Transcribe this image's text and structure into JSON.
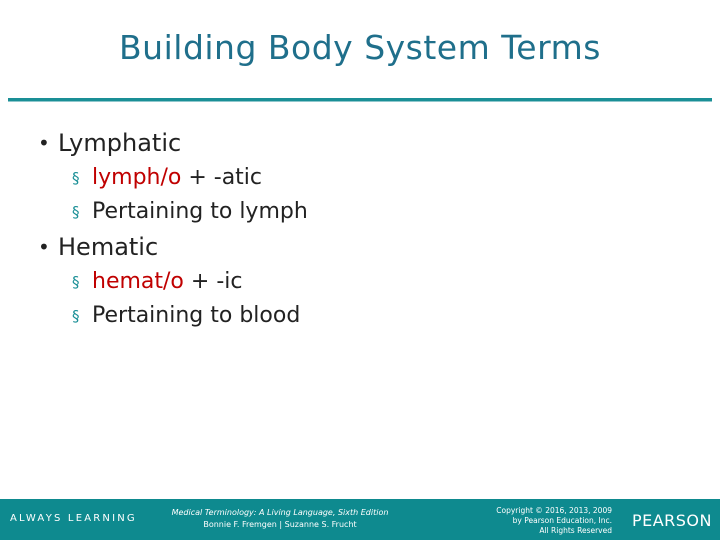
{
  "slide": {
    "title": "Building Body System Terms",
    "accent_color": "#1a8f96",
    "title_color": "#1f6f8b",
    "red_color": "#c00000",
    "items": [
      {
        "level": 1,
        "bullet": "•",
        "text": "Lymphatic"
      },
      {
        "level": 2,
        "bullet": "§",
        "segments": [
          {
            "text": "lymph/o",
            "color": "red"
          },
          {
            "text": "  +  ",
            "color": "dark"
          },
          {
            "text": "-atic",
            "color": "dark"
          }
        ]
      },
      {
        "level": 2,
        "bullet": "§",
        "segments": [
          {
            "text": "Pertaining to lymph",
            "color": "dark"
          }
        ]
      },
      {
        "level": 1,
        "bullet": "•",
        "text": "Hematic"
      },
      {
        "level": 2,
        "bullet": "§",
        "segments": [
          {
            "text": "hemat/o",
            "color": "red"
          },
          {
            "text": "  +  ",
            "color": "dark"
          },
          {
            "text": "-ic",
            "color": "dark"
          }
        ]
      },
      {
        "level": 2,
        "bullet": "§",
        "segments": [
          {
            "text": "Pertaining to blood",
            "color": "dark"
          }
        ]
      }
    ]
  },
  "footer": {
    "tagline": "ALWAYS LEARNING",
    "book_title": "Medical Terminology: A Living Language, Sixth Edition",
    "authors": "Bonnie F. Fremgen | Suzanne S. Frucht",
    "copyright_line1": "Copyright © 2016, 2013, 2009",
    "copyright_line2": "by Pearson Education, Inc.",
    "copyright_line3": "All Rights Reserved",
    "brand": "PEARSON",
    "background": "#0e8a8f"
  }
}
